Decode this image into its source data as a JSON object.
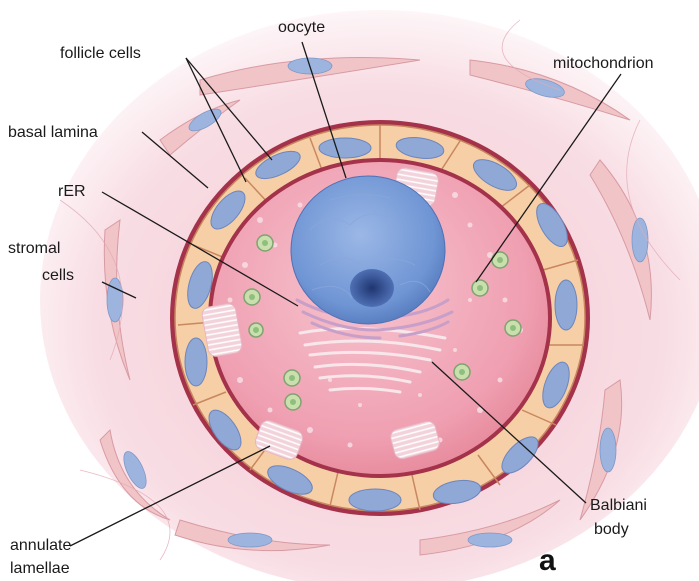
{
  "labels": {
    "oocyte": "oocyte",
    "follicle_cells": "follicle cells",
    "mitochondrion": "mitochondrion",
    "basal_lamina": "basal lamina",
    "rer": "rER",
    "stromal_line1": "stromal",
    "stromal_line2": "cells",
    "annulate_line1": "annulate",
    "annulate_line2": "lamellae",
    "balbiani_line1": "Balbiani",
    "balbiani_line2": "body",
    "panel": "a"
  },
  "colors": {
    "background_tissue": "#f7dbe3",
    "stromal_cell": "#f1c5c7",
    "follicle_cell": "#f6cfa6",
    "follicle_nucleus": "#8fa8d6",
    "basal_lamina": "#a3324a",
    "cytoplasm": "#f1a3b3",
    "nucleus": "#6f95d4",
    "nucleolus": "#2e4a8a",
    "mitochondria": "#9fc59a",
    "rer": "#c79fc8",
    "balbiani": "#f3e0e6"
  }
}
